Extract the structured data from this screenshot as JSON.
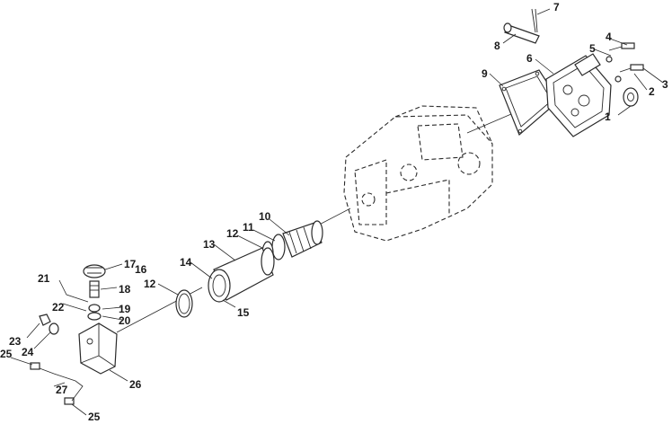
{
  "labels": {
    "l1": "1",
    "l2": "2",
    "l3": "3",
    "l4": "4",
    "l5": "5",
    "l6": "6",
    "l7": "7",
    "l8": "8",
    "l9": "9",
    "l10": "10",
    "l11": "11",
    "l12a": "12",
    "l12b": "12",
    "l13": "13",
    "l14": "14",
    "l15": "15",
    "l16": "16",
    "l17": "17",
    "l18": "18",
    "l19": "19",
    "l20": "20",
    "l21": "21",
    "l22": "22",
    "l23": "23",
    "l24": "24",
    "l25a": "25",
    "l25b": "25",
    "l26": "26",
    "l27": "27"
  }
}
